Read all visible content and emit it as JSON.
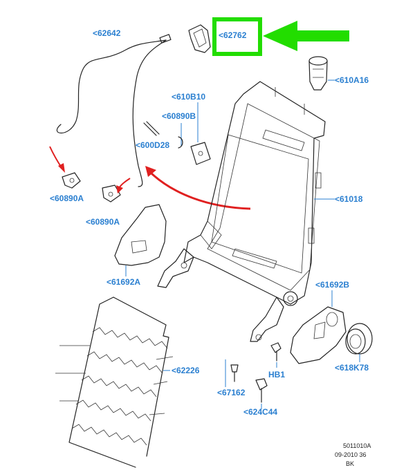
{
  "diagram": {
    "callouts": {
      "c62642": "<62642",
      "c62762": "<62762",
      "c610A16": "<610A16",
      "c610B10": "<610B10",
      "c60890B": "<60890B",
      "c600D28": "<600D28",
      "c60890A_1": "<60890A",
      "c60890A_2": "<60890A",
      "c61018": "<61018",
      "c61692A": "<61692A",
      "c61692B": "<61692B",
      "c62226": "<62226",
      "c618K78": "<618K78",
      "cHB1": "HB1",
      "c67162": "<67162",
      "c624C44": "<624C44"
    },
    "footer": {
      "line1": "5011010A",
      "line2": "09-2010 36",
      "line3": "BK"
    },
    "colors": {
      "callout_text": "#2a7fd0",
      "highlight_box": "#22dd00",
      "highlight_arrow": "#22dd00",
      "red_arrow": "#e02020",
      "line_art": "#222222"
    },
    "highlighted_part": "<62762"
  }
}
